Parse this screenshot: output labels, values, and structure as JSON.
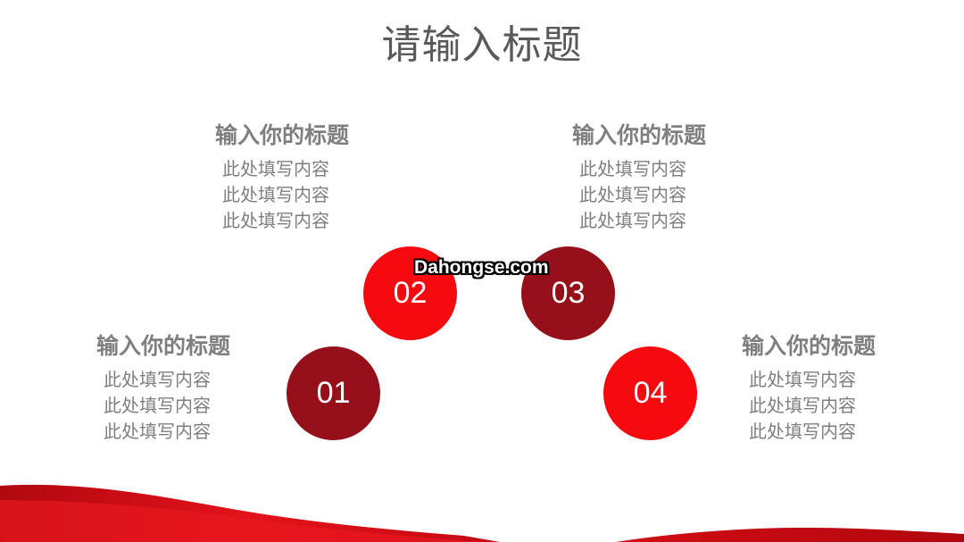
{
  "title": "请输入标题",
  "watermark": "Dahongse.com",
  "colors": {
    "bright_red": "#f50a0f",
    "dark_red": "#951018",
    "text_gray": "#7f7f7f",
    "title_gray": "#595959"
  },
  "blocks": [
    {
      "heading": "输入你的标题",
      "lines": [
        "此处填写内容",
        "此处填写内容",
        "此处填写内容"
      ]
    },
    {
      "heading": "输入你的标题",
      "lines": [
        "此处填写内容",
        "此处填写内容",
        "此处填写内容"
      ]
    },
    {
      "heading": "输入你的标题",
      "lines": [
        "此处填写内容",
        "此处填写内容",
        "此处填写内容"
      ]
    },
    {
      "heading": "输入你的标题",
      "lines": [
        "此处填写内容",
        "此处填写内容",
        "此处填写内容"
      ]
    }
  ],
  "circles": [
    "01",
    "02",
    "03",
    "04"
  ]
}
